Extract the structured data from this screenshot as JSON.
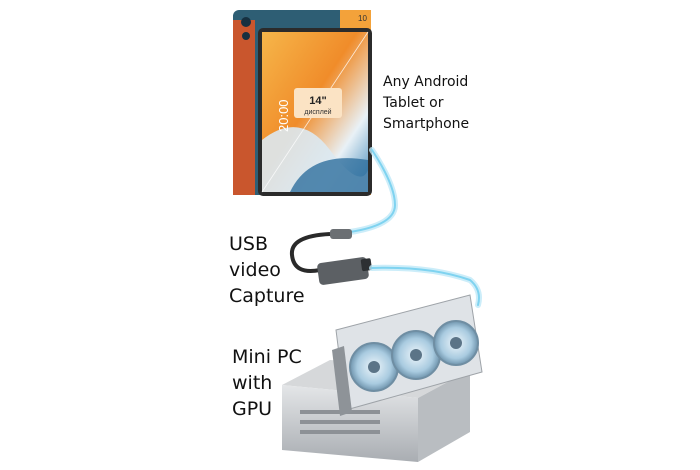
{
  "tablet": {
    "screen_size": "14\"",
    "screen_caption": "дисплей",
    "clock": "20:00",
    "corner_number": "10"
  },
  "labels": {
    "tablet": [
      "Any Android",
      "Tablet or",
      "Smartphone"
    ],
    "capture": [
      "USB",
      "video",
      "Capture"
    ],
    "pc": [
      "Mini PC",
      "with",
      "GPU"
    ]
  },
  "colors": {
    "cable_glow": "#7fd3f0",
    "tablet_orange": "#f3a23a",
    "tablet_body": "#2e4a5c",
    "gpu_fan": "#9fc4dc"
  }
}
